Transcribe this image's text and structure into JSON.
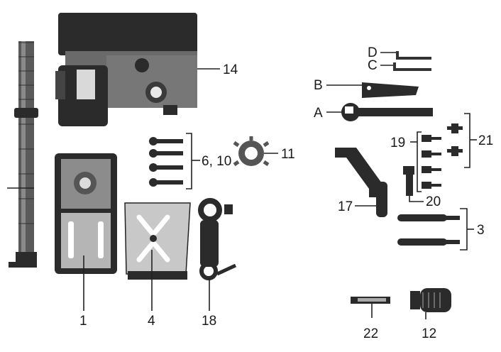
{
  "parts": [
    {
      "id": "column",
      "label": ""
    },
    {
      "id": "base-plate",
      "label": "1"
    },
    {
      "id": "table",
      "label": "4"
    },
    {
      "id": "table-arm",
      "label": "18"
    },
    {
      "id": "head",
      "label": "14"
    },
    {
      "id": "bolts",
      "label": "6, 10"
    },
    {
      "id": "ring-nut",
      "label": "11"
    },
    {
      "id": "hex-key-d",
      "label": "D"
    },
    {
      "id": "hex-key-c",
      "label": "C"
    },
    {
      "id": "wedge-wrench",
      "label": "B"
    },
    {
      "id": "open-wrench",
      "label": "A"
    },
    {
      "id": "screws-19",
      "label": "19"
    },
    {
      "id": "screws-21",
      "label": "21"
    },
    {
      "id": "crank-handle",
      "label": "17"
    },
    {
      "id": "pin-20",
      "label": "20"
    },
    {
      "id": "feed-handles",
      "label": "3"
    },
    {
      "id": "arbor",
      "label": "22"
    },
    {
      "id": "chuck",
      "label": "12"
    }
  ]
}
